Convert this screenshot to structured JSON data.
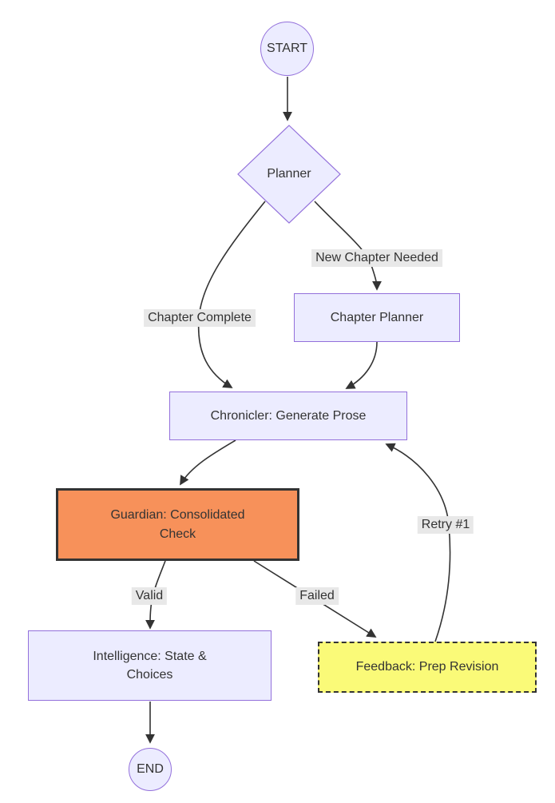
{
  "diagram": {
    "type": "flowchart",
    "direction": "top-down",
    "nodes": {
      "start": {
        "label": "START",
        "shape": "circle"
      },
      "planner": {
        "label": "Planner",
        "shape": "diamond"
      },
      "chapter_planner": {
        "label": "Chapter Planner",
        "shape": "rectangle"
      },
      "chronicler": {
        "label": "Chronicler: Generate Prose",
        "shape": "rectangle"
      },
      "guardian": {
        "label": "Guardian: Consolidated Check",
        "shape": "rectangle-bold"
      },
      "intelligence": {
        "label": "Intelligence: State & Choices",
        "shape": "rectangle"
      },
      "feedback": {
        "label": "Feedback: Prep Revision",
        "shape": "rectangle-dashed"
      },
      "end": {
        "label": "END",
        "shape": "circle"
      }
    },
    "edge_labels": {
      "chapter_complete": "Chapter Complete",
      "new_chapter_needed": "New Chapter Needed",
      "valid": "Valid",
      "failed": "Failed",
      "retry": "Retry #1"
    },
    "edges": [
      {
        "from": "START",
        "to": "Planner",
        "label": ""
      },
      {
        "from": "Planner",
        "to": "Chronicler: Generate Prose",
        "label": "Chapter Complete"
      },
      {
        "from": "Planner",
        "to": "Chapter Planner",
        "label": "New Chapter Needed"
      },
      {
        "from": "Chapter Planner",
        "to": "Chronicler: Generate Prose",
        "label": ""
      },
      {
        "from": "Chronicler: Generate Prose",
        "to": "Guardian: Consolidated Check",
        "label": ""
      },
      {
        "from": "Guardian: Consolidated Check",
        "to": "Intelligence: State & Choices",
        "label": "Valid"
      },
      {
        "from": "Guardian: Consolidated Check",
        "to": "Feedback: Prep Revision",
        "label": "Failed"
      },
      {
        "from": "Feedback: Prep Revision",
        "to": "Chronicler: Generate Prose",
        "label": "Retry #1"
      },
      {
        "from": "Intelligence: State & Choices",
        "to": "END",
        "label": ""
      }
    ],
    "colors": {
      "node_fill": "#ECECFF",
      "node_border": "#9370DB",
      "guardian_fill": "#F7915A",
      "guardian_border": "#333333",
      "feedback_fill": "#FAFA78",
      "feedback_border": "#333333",
      "edge_stroke": "#333333",
      "edge_label_background": "#E8E8E8",
      "text": "#333333"
    }
  }
}
